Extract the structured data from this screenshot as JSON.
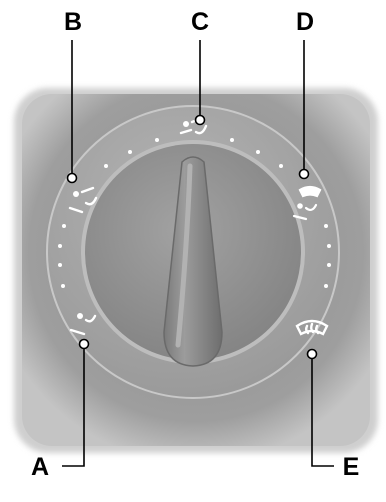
{
  "callouts": [
    {
      "id": "A",
      "label": "A"
    },
    {
      "id": "B",
      "label": "B"
    },
    {
      "id": "C",
      "label": "C"
    },
    {
      "id": "D",
      "label": "D"
    },
    {
      "id": "E",
      "label": "E"
    }
  ],
  "dial": {
    "positions": [
      {
        "callout": "A",
        "icon": "floor-vent-icon"
      },
      {
        "callout": "B",
        "icon": "face-and-floor-vent-icon"
      },
      {
        "callout": "C",
        "icon": "face-vent-icon"
      },
      {
        "callout": "D",
        "icon": "floor-and-defrost-icon"
      },
      {
        "callout": "E",
        "icon": "windshield-defrost-icon"
      }
    ]
  },
  "colors": {
    "panel": "#9c9c9c",
    "ring": "#a8a8a8",
    "knob": "#888888",
    "markings": "#ffffff",
    "lines": "#000000"
  }
}
